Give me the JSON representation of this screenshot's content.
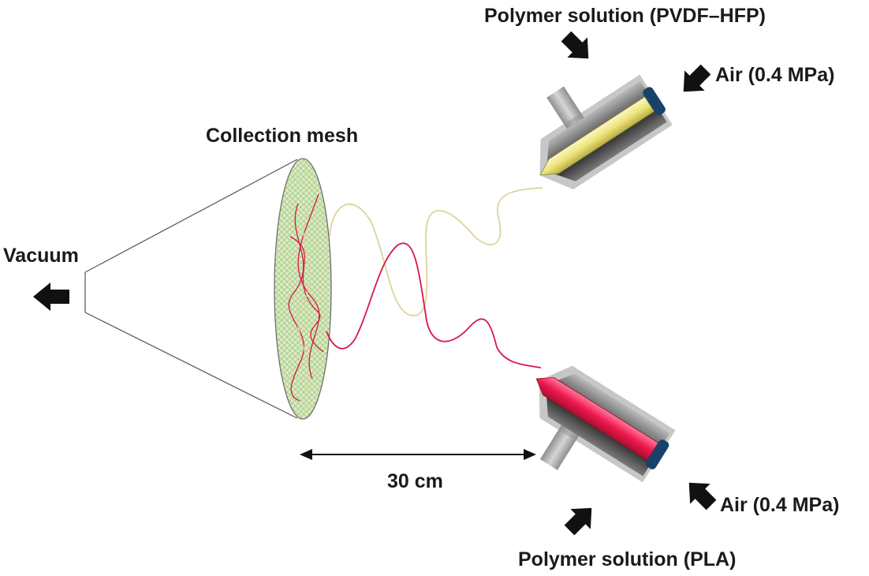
{
  "labels": {
    "polymer_top": "Polymer solution (PVDF–HFP)",
    "air_top": "Air (0.4 MPa)",
    "collection": "Collection mesh",
    "vacuum": "Vacuum",
    "distance": "30 cm",
    "air_bottom": "Air (0.4 MPa)",
    "polymer_bottom": "Polymer solution (PLA)"
  },
  "colors": {
    "pvdf_solution": "#ece47a",
    "pla_solution": "#f01850",
    "pvdf_fiber": "#ddd39a",
    "pla_fiber": "#d81848",
    "nozzle_cap": "#18426a",
    "mesh": "#d2e6b4",
    "shell": "#5e5e5e"
  }
}
